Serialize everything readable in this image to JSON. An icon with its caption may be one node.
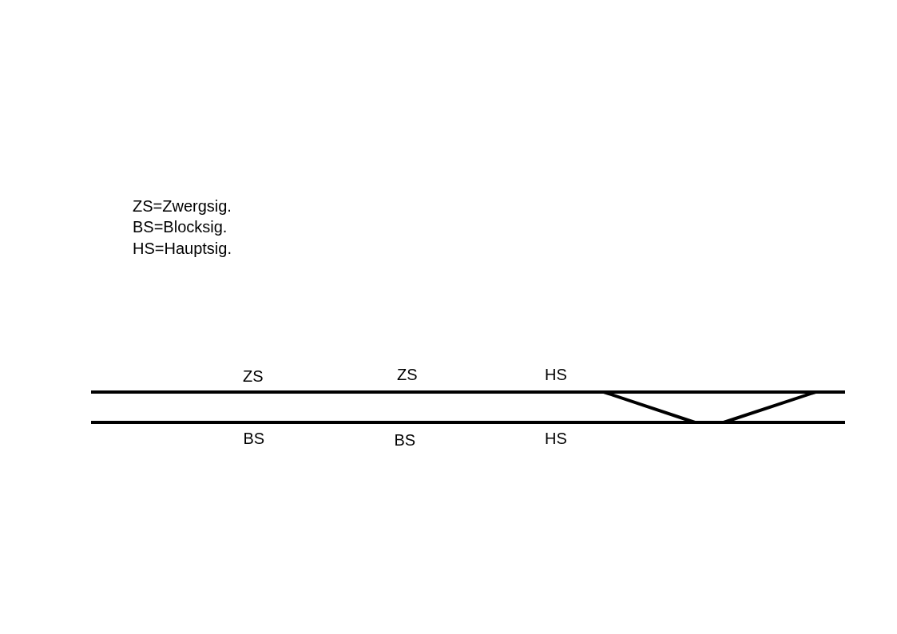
{
  "diagram": {
    "labels": [
      "ZS=Zwergsig.",
      "BS=Blocksig.",
      "HS=Hauptsig.",
      "ZS",
      "ZS",
      "HS",
      "BS",
      "BS",
      "HS"
    ]
  }
}
